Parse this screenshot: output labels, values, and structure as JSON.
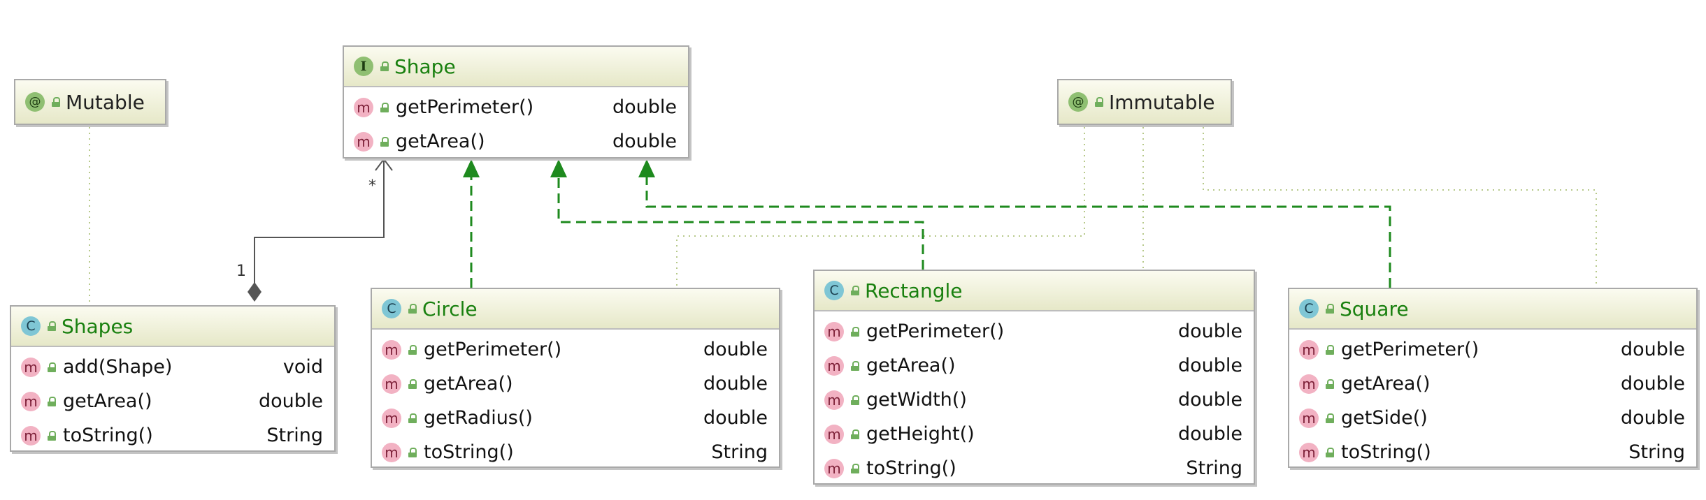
{
  "nodes": {
    "shape": {
      "kind": "interface",
      "icon": "I",
      "name": "Shape",
      "members": [
        {
          "icon": "m",
          "name": "getPerimeter()",
          "type": "double"
        },
        {
          "icon": "m",
          "name": "getArea()",
          "type": "double"
        }
      ]
    },
    "mutable": {
      "kind": "annotation",
      "icon": "@",
      "name": "Mutable"
    },
    "immutable": {
      "kind": "annotation",
      "icon": "@",
      "name": "Immutable"
    },
    "shapes": {
      "kind": "class",
      "icon": "C",
      "name": "Shapes",
      "members": [
        {
          "icon": "m",
          "name": "add(Shape)",
          "type": "void"
        },
        {
          "icon": "m",
          "name": "getArea()",
          "type": "double"
        },
        {
          "icon": "m",
          "name": "toString()",
          "type": "String"
        }
      ]
    },
    "circle": {
      "kind": "class",
      "icon": "C",
      "name": "Circle",
      "members": [
        {
          "icon": "m",
          "name": "getPerimeter()",
          "type": "double"
        },
        {
          "icon": "m",
          "name": "getArea()",
          "type": "double"
        },
        {
          "icon": "m",
          "name": "getRadius()",
          "type": "double"
        },
        {
          "icon": "m",
          "name": "toString()",
          "type": "String"
        }
      ]
    },
    "rectangle": {
      "kind": "class",
      "icon": "C",
      "name": "Rectangle",
      "members": [
        {
          "icon": "m",
          "name": "getPerimeter()",
          "type": "double"
        },
        {
          "icon": "m",
          "name": "getArea()",
          "type": "double"
        },
        {
          "icon": "m",
          "name": "getWidth()",
          "type": "double"
        },
        {
          "icon": "m",
          "name": "getHeight()",
          "type": "double"
        },
        {
          "icon": "m",
          "name": "toString()",
          "type": "String"
        }
      ]
    },
    "square": {
      "kind": "class",
      "icon": "C",
      "name": "Square",
      "members": [
        {
          "icon": "m",
          "name": "getPerimeter()",
          "type": "double"
        },
        {
          "icon": "m",
          "name": "getArea()",
          "type": "double"
        },
        {
          "icon": "m",
          "name": "getSide()",
          "type": "double"
        },
        {
          "icon": "m",
          "name": "toString()",
          "type": "String"
        }
      ]
    }
  },
  "edges": {
    "composition": {
      "from": "shapes",
      "to": "shape",
      "source_multiplicity": "1",
      "target_multiplicity": "*"
    },
    "realizations": [
      {
        "from": "circle",
        "to": "shape"
      },
      {
        "from": "rectangle",
        "to": "shape"
      },
      {
        "from": "square",
        "to": "shape"
      }
    ],
    "annotation_links": [
      {
        "from": "mutable",
        "to": "shapes"
      },
      {
        "from": "immutable",
        "to": "circle"
      },
      {
        "from": "immutable",
        "to": "rectangle"
      },
      {
        "from": "immutable",
        "to": "square"
      }
    ]
  },
  "colors": {
    "realization": "#1e8a1e",
    "annotation_link": "#b7c98a",
    "composition": "#555555",
    "class_name": "#19800f",
    "header_gradient_top": "#fbfbf0",
    "header_gradient_bottom": "#e6e8c8"
  }
}
